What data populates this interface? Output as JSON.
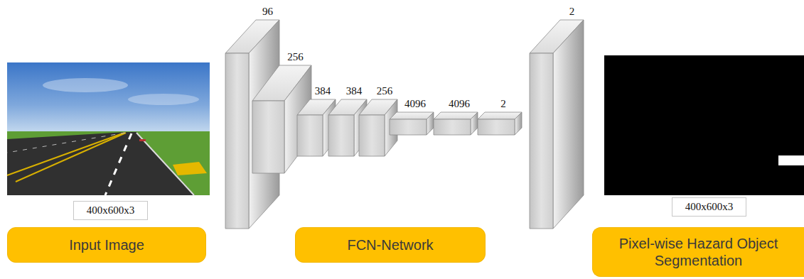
{
  "diagram": {
    "nodes": [
      {
        "text": [
          "400x600x3"
        ]
      },
      {
        "text": [
          "Input Image"
        ]
      },
      {
        "text": [
          "96"
        ]
      },
      {
        "text": [
          "256"
        ]
      },
      {
        "text": [
          "384"
        ]
      },
      {
        "text": [
          "384"
        ]
      },
      {
        "text": [
          "256"
        ]
      },
      {
        "text": [
          "4096"
        ]
      },
      {
        "text": [
          "4096"
        ]
      },
      {
        "text": [
          "2"
        ]
      },
      {
        "text": [
          "2"
        ]
      },
      {
        "text": [
          "FCN-Network"
        ]
      },
      {
        "text": [
          "400x600x3"
        ]
      },
      {
        "text": [
          "Pixel-wise Hazard Object Segmentation"
        ]
      }
    ]
  }
}
